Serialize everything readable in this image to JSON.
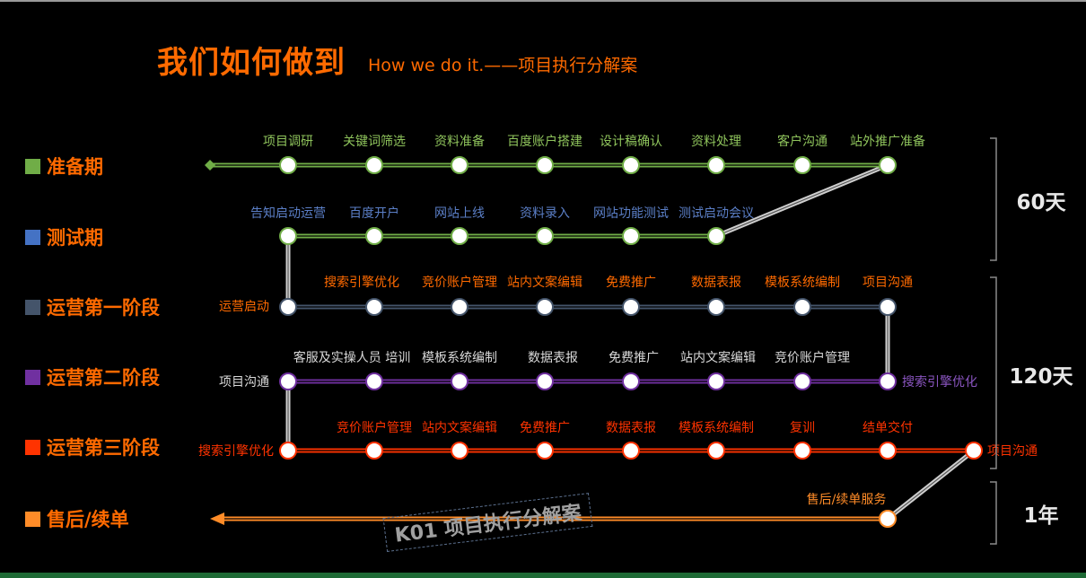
{
  "title": "我们如何做到",
  "subtitle": "How we do it.——项目执行分解案",
  "phases": [
    {
      "label": "准备期",
      "color": "#70ad47"
    },
    {
      "label": "测试期",
      "color": "#4472c4"
    },
    {
      "label": "运营第一阶段",
      "color": "#44546a"
    },
    {
      "label": "运营第二阶段",
      "color": "#7030a0"
    },
    {
      "label": "运营第三阶段",
      "color": "#ff3300"
    },
    {
      "label": "售后/续单",
      "color": "#ff8c28"
    }
  ],
  "durations": [
    "60天",
    "120天",
    "1年"
  ],
  "rows": [
    {
      "line_color": "#70ad47",
      "text_color": "#8fc45c",
      "node_stroke": "#70ad47",
      "steps": [
        "项目调研",
        "关键词筛选",
        "资料准备",
        "百度账户搭建",
        "设计稿确认",
        "资料处理",
        "客户沟通",
        "站外推广准备"
      ]
    },
    {
      "line_color": "#70ad47",
      "text_color": "#5b7fc7",
      "node_stroke": "#70ad47",
      "steps": [
        "告知启动运营",
        "百度开户",
        "网站上线",
        "资料录入",
        "网站功能测试",
        "测试启动会议"
      ]
    },
    {
      "line_color": "#44546a",
      "text_color": "#ff6a00",
      "node_stroke": "#44546a",
      "start_label": "运营启动",
      "steps": [
        "搜索引擎优化",
        "竞价账户管理",
        "站内文案编辑",
        "免费推广",
        "数据表报",
        "模板系统编制",
        "项目沟通"
      ]
    },
    {
      "line_color": "#7030a0",
      "text_color": "#d9d9d9",
      "node_stroke": "#7030a0",
      "start_label": "项目沟通",
      "steps": [
        "客服及实操人员 培训",
        "模板系统编制",
        "数据表报",
        "免费推广",
        "站内文案编辑",
        "竞价账户管理"
      ],
      "end_label": "搜索引擎优化"
    },
    {
      "line_color": "#ff3300",
      "text_color": "#ff3300",
      "node_stroke": "#ff3300",
      "start_label": "搜索引擎优化",
      "steps": [
        "竞价账户管理",
        "站内文案编辑",
        "免费推广",
        "数据表报",
        "模板系统编制",
        "复训",
        "结单交付"
      ],
      "end_label": "项目沟通"
    },
    {
      "line_color": "#ff8c28",
      "text_color": "#ff8c28",
      "node_stroke": "#ff8c28",
      "steps": [
        "售后/续单服务"
      ]
    }
  ],
  "stamp": "K01 项目执行分解案"
}
